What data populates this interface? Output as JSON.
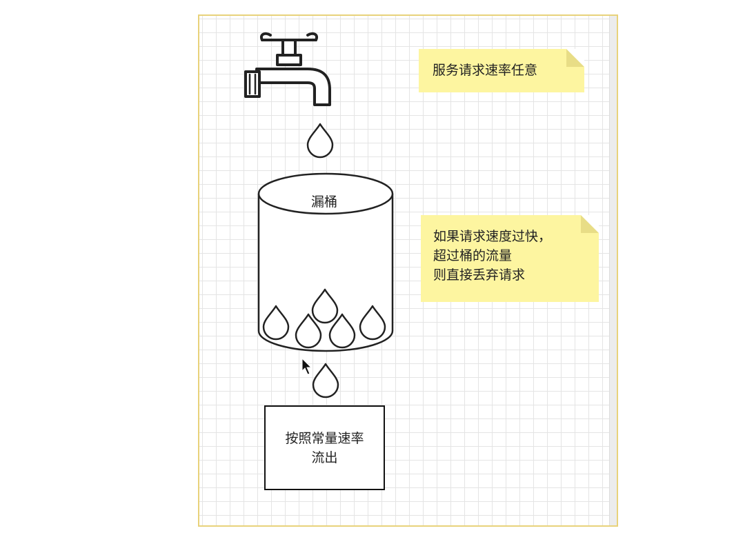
{
  "note_request_rate": "服务请求速率任意",
  "bucket_label": "漏桶",
  "note_overflow": {
    "lines": [
      "如果请求速度过快，",
      "超过桶的流量",
      "则直接丢弃请求"
    ]
  },
  "outflow_box": {
    "lines": [
      "按照常量速率",
      "流出"
    ]
  },
  "icons": {
    "faucet": "faucet-icon",
    "drop": "water-drop-icon",
    "cursor": "mouse-pointer-icon"
  },
  "colors": {
    "note_fill": "#fdf5a0",
    "canvas_border": "#e8d27a",
    "stroke": "#222222"
  }
}
